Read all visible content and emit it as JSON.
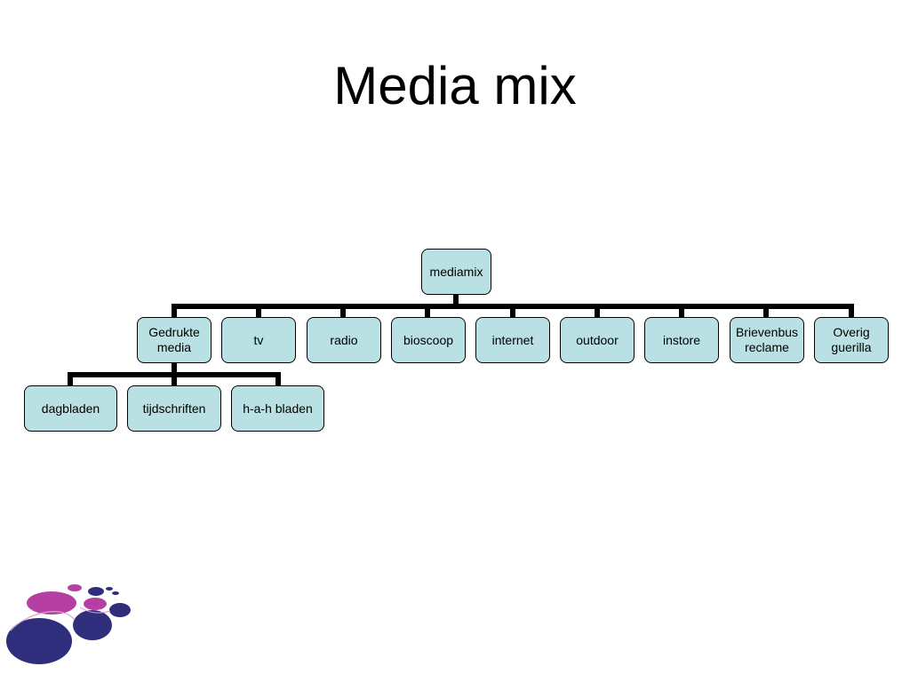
{
  "title": "Media mix",
  "node_color": "#b9e0e2",
  "chart": {
    "root": "mediamix",
    "level1": [
      "Gedrukte\nmedia",
      "tv",
      "radio",
      "bioscoop",
      "internet",
      "outdoor",
      "instore",
      "Brievenbus\nreclame",
      "Overig\nguerilla"
    ],
    "level2": [
      "dagbladen",
      "tijdschriften",
      "h-a-h bladen"
    ]
  },
  "logo": {
    "colors": [
      "#b63fa3",
      "#2f2e7c",
      "#d9a0cf"
    ]
  }
}
